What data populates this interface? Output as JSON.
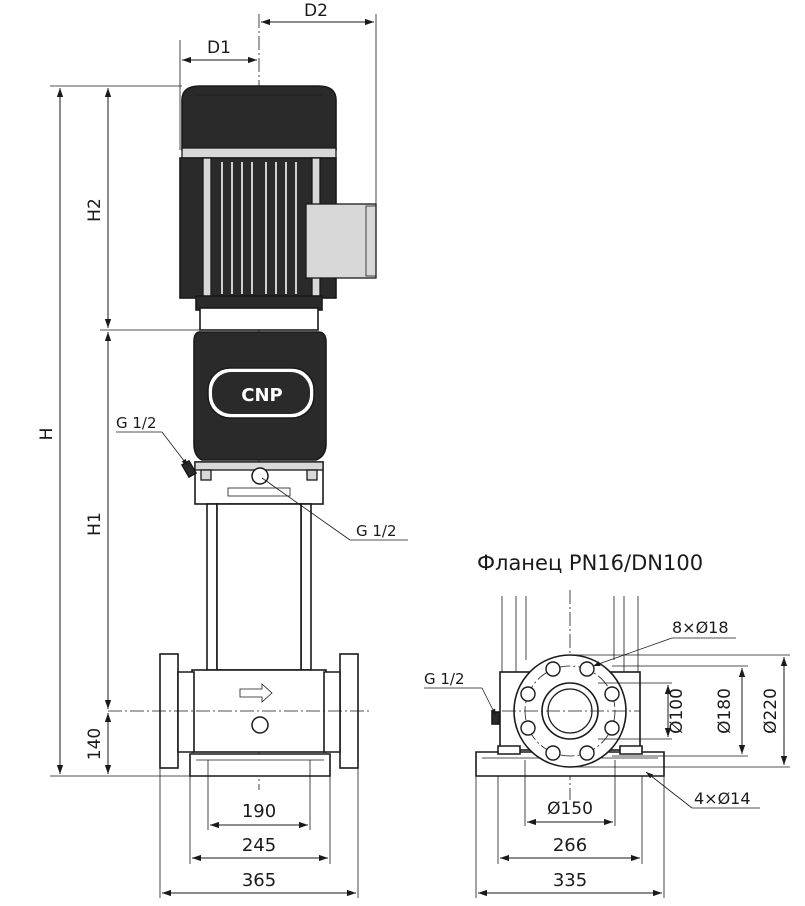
{
  "labels": {
    "d1": "D1",
    "d2": "D2",
    "h": "H",
    "h1": "H1",
    "h2": "H2",
    "dim_140": "140",
    "dim_190": "190",
    "dim_245": "245",
    "dim_365": "365",
    "g12_upper": "G 1/2",
    "g12_drain": "G 1/2",
    "g12_side": "G 1/2",
    "flange_title": "Фланец PN16/DN100",
    "bolt_holes": "8×Ø18",
    "d100": "Ø100",
    "d180": "Ø180",
    "d220": "Ø220",
    "d150": "Ø150",
    "base_holes": "4×Ø14",
    "dim_266": "266",
    "dim_335": "335",
    "brand": "CNP"
  }
}
